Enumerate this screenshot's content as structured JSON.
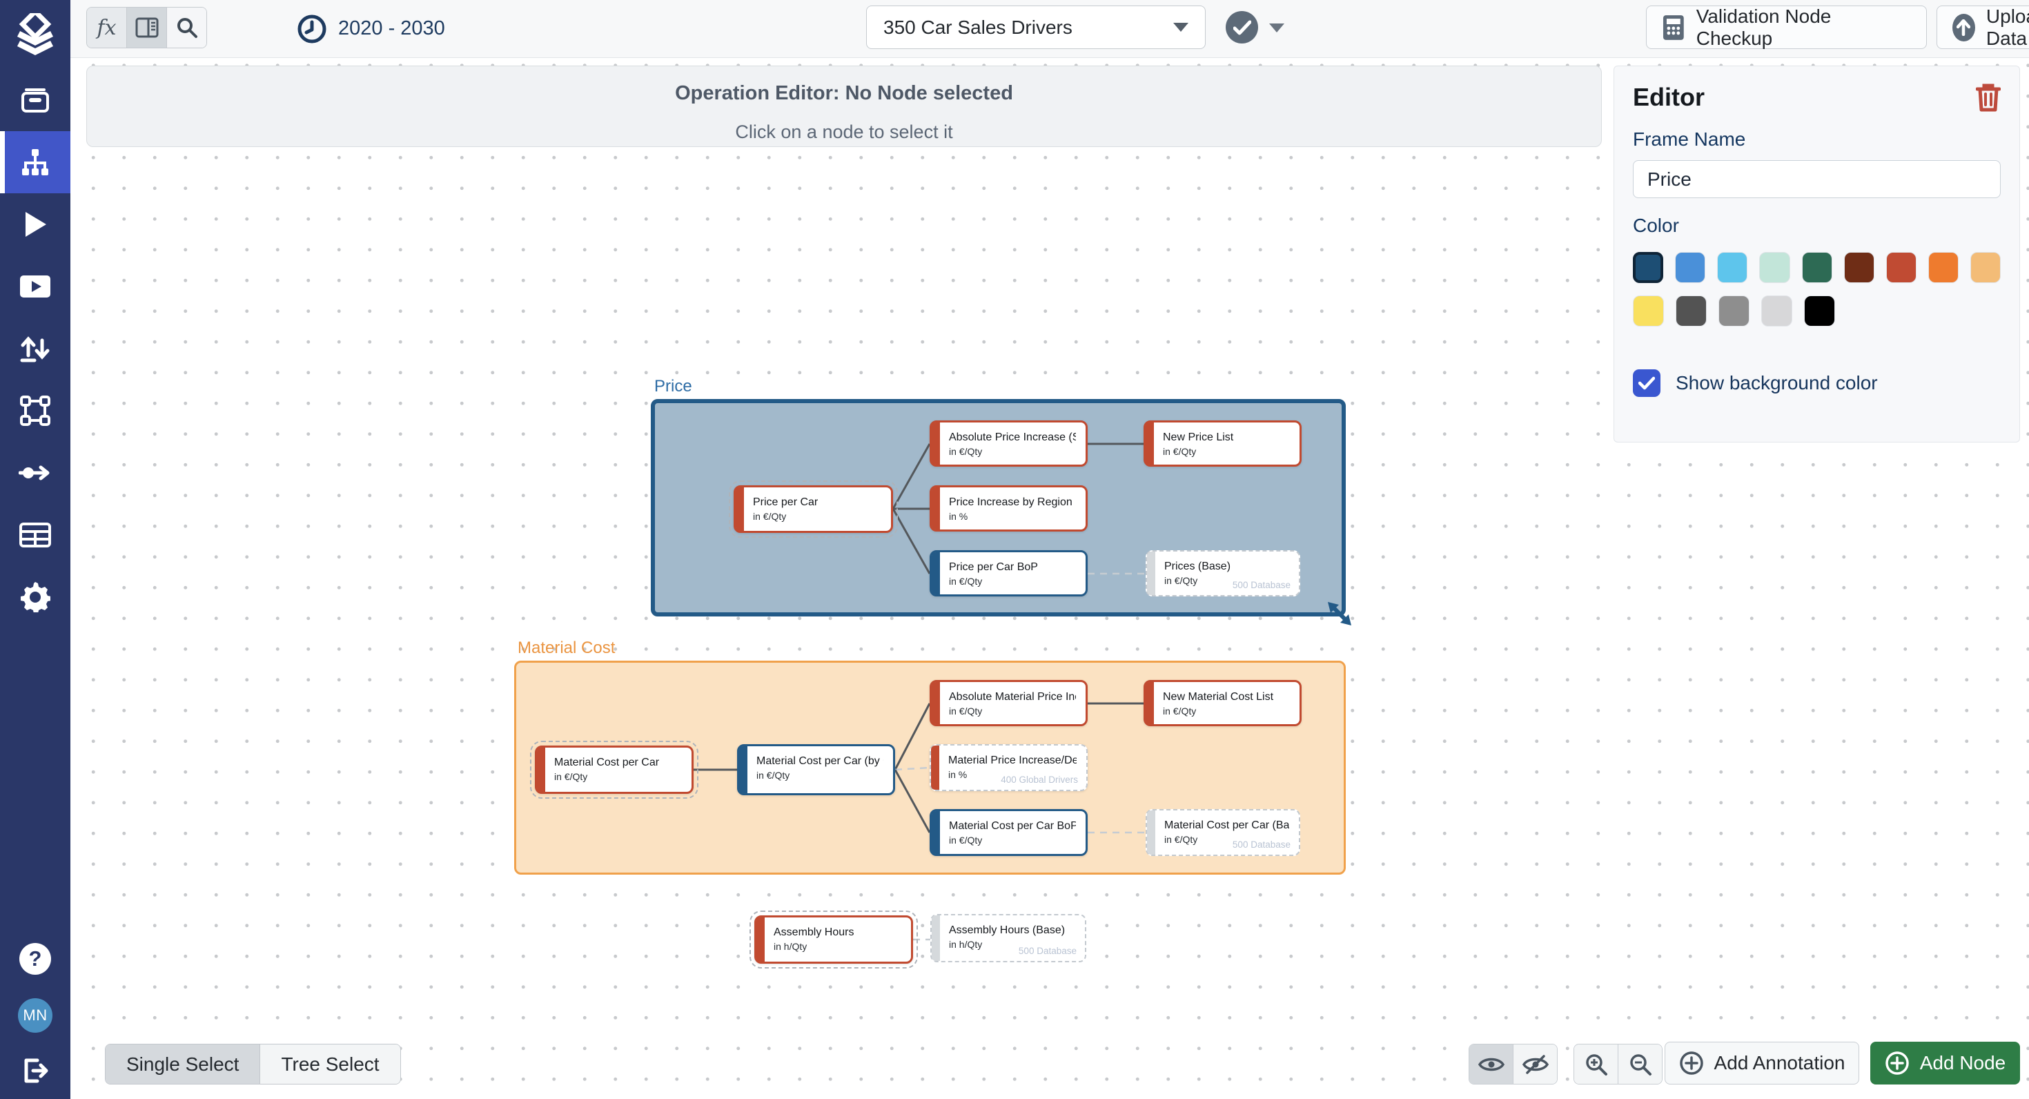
{
  "topbar": {
    "fx_label": "fx",
    "time_range": "2020 - 2030",
    "scenario_select": {
      "value": "350 Car Sales Drivers"
    },
    "validation_button": "Validation Node Checkup",
    "upload_button": "Upload Data"
  },
  "banner": {
    "title": "Operation Editor: No Node selected",
    "subtitle": "Click on a node to select it"
  },
  "editor_panel": {
    "title": "Editor",
    "frame_name_label": "Frame Name",
    "frame_name_value": "Price",
    "color_label": "Color",
    "palette_row1": [
      "#1d4e74",
      "#4a90d9",
      "#5ec5ec",
      "#c2e5d9",
      "#2d6a54",
      "#6f2d16",
      "#c04b33",
      "#ee7b2e",
      "#f3bc77"
    ],
    "palette_row2": [
      "#f9e05f",
      "#535353",
      "#8e8e8e",
      "#d7d7d9",
      "#000000"
    ],
    "selected_color": "#1d4e74",
    "checkbox_label": "Show background color",
    "checkbox_checked": true
  },
  "sidebar": {
    "items": [
      {
        "icon": "inbox-archive-icon"
      },
      {
        "icon": "model-tree-icon",
        "active": true
      },
      {
        "icon": "play-icon"
      },
      {
        "icon": "video-play-icon"
      },
      {
        "icon": "transfer-arrows-icon"
      },
      {
        "icon": "frame-tool-icon"
      },
      {
        "icon": "flow-arrow-icon"
      },
      {
        "icon": "table-icon"
      },
      {
        "icon": "gear-icon"
      }
    ],
    "help_icon": "?",
    "avatar_initials": "MN",
    "logout_icon": "logout-icon"
  },
  "canvas": {
    "frames": [
      {
        "name": "Price",
        "bg": "#a2b9cb",
        "border": "#235a87",
        "label_color": "#2d6ca5",
        "selected": true,
        "nodes": [
          {
            "title": "Price per Car",
            "unit": "in €/Qty",
            "variant": "red",
            "selected": true
          },
          {
            "title": "Absolute Price Increase (Sust...",
            "unit": "in €/Qty",
            "variant": "red"
          },
          {
            "title": "Price Increase by Region (Su...",
            "unit": "in %",
            "variant": "red"
          },
          {
            "title": "Price per Car BoP",
            "unit": "in €/Qty",
            "variant": "navy"
          },
          {
            "title": "New Price List",
            "unit": "in €/Qty",
            "variant": "red"
          },
          {
            "title": "Prices (Base)",
            "unit": "in €/Qty",
            "tag": "500 Database",
            "variant": "base"
          }
        ]
      },
      {
        "name": "Material Cost",
        "bg": "#fbe2c2",
        "border": "#f0a14b",
        "label_color": "#ea9440",
        "selected": false,
        "nodes": [
          {
            "title": "Material Cost per Car",
            "unit": "in €/Qty",
            "variant": "red",
            "selected": true
          },
          {
            "title": "Material Cost per Car (by Co...",
            "unit": "in €/Qty",
            "variant": "navy"
          },
          {
            "title": "Absolute Material Price Incre...",
            "unit": "in €/Qty",
            "variant": "red"
          },
          {
            "title": "Material Price Increase/Decre...",
            "unit": "in %",
            "tag": "400 Global Drivers",
            "variant": "red-dash"
          },
          {
            "title": "Material Cost per Car BoP",
            "unit": "in €/Qty",
            "variant": "navy"
          },
          {
            "title": "New Material Cost List",
            "unit": "in €/Qty",
            "variant": "red"
          },
          {
            "title": "Material Cost per Car (Base)",
            "unit": "in €/Qty",
            "tag": "500 Database",
            "variant": "base"
          }
        ]
      }
    ],
    "loose_nodes": [
      {
        "title": "Assembly Hours",
        "unit": "in h/Qty",
        "variant": "red",
        "selected": true
      },
      {
        "title": "Assembly Hours (Base)",
        "unit": "in h/Qty",
        "tag": "500 Database",
        "variant": "base"
      }
    ],
    "node_colors": {
      "driver_red": "#c14a30",
      "operation_navy": "#235a87",
      "base_gray": "#d5d9dc"
    }
  },
  "footer": {
    "single_select": "Single Select",
    "tree_select": "Tree Select",
    "add_annotation": "Add Annotation",
    "add_node": "Add Node",
    "add_node_color": "#2e7d46"
  }
}
